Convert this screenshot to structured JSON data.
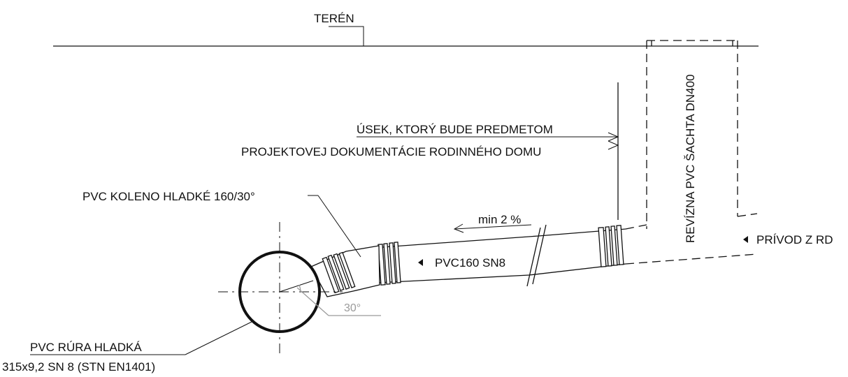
{
  "labels": {
    "terrain": "TERÉN",
    "section_line1": "ÚSEK, KTORÝ BUDE PREDMETOM",
    "section_line2": "PROJEKTOVEJ DOKUMENTÁCIE RODINNÉHO DOMU",
    "elbow": "PVC KOLENO HLADKÉ 160/30°",
    "slope": "min 2 %",
    "pipe": "PVC160 SN8",
    "angle": "30°",
    "manhole": "REVÍZNA PVC ŠACHTA DN400",
    "inlet": "PRÍVOD Z RD",
    "main_pipe_line1": "PVC RÚRA HLADKÁ",
    "main_pipe_line2": "315x9,2 SN 8 (STN EN1401)"
  },
  "colors": {
    "line": "#111111",
    "annotation_gray": "#9a9a9a",
    "background": "#ffffff"
  }
}
